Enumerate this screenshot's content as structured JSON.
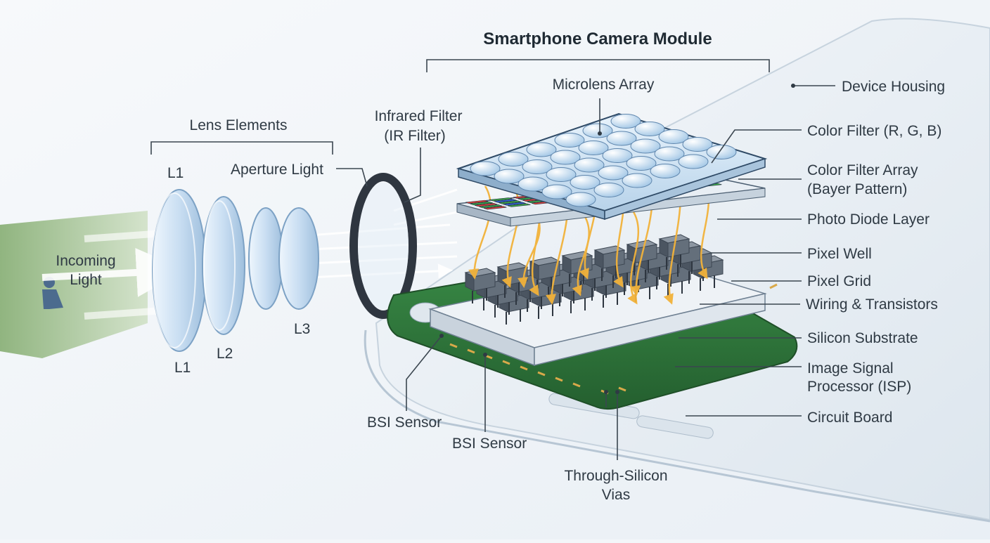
{
  "title": "Smartphone Camera Module",
  "colors": {
    "red_filter": "#e0403a",
    "green_filter": "#3fae4a",
    "blue_filter": "#2f63d6",
    "board_green": "#2f7a3c",
    "light_arrow": "#f2b23a",
    "lens_blue": "#cfe3f5"
  },
  "labels": {
    "lens_elements": "Lens Elements",
    "l1_top": "L1",
    "l1_bottom": "L1",
    "l2": "L2",
    "l3": "L3",
    "aperture_light": "Aperture Light",
    "ir_filter_line1": "Infrared Filter",
    "ir_filter_line2": "(IR Filter)",
    "incoming_light_line1": "Incoming",
    "incoming_light_line2": "Light",
    "microlens_array": "Microlens Array",
    "device_housing": "Device Housing",
    "color_filter_rgb": "Color Filter (R, G, B)",
    "color_filter_array_line1": "Color Filter Array",
    "color_filter_array_line2": "(Bayer Pattern)",
    "photo_diode_layer": "Photo Diode Layer",
    "pixel_well": "Pixel Well",
    "pixel_grid": "Pixel Grid",
    "wiring_transistors": "Wiring & Transistors",
    "silicon_substrate": "Silicon Substrate",
    "isp_line1": "Image Signal",
    "isp_line2": "Processor (ISP)",
    "circuit_board": "Circuit Board",
    "bsi_sensor_1": "BSI Sensor",
    "bsi_sensor_2": "BSI Sensor",
    "tsv_line1": "Through-Silicon",
    "tsv_line2": "Vias"
  }
}
